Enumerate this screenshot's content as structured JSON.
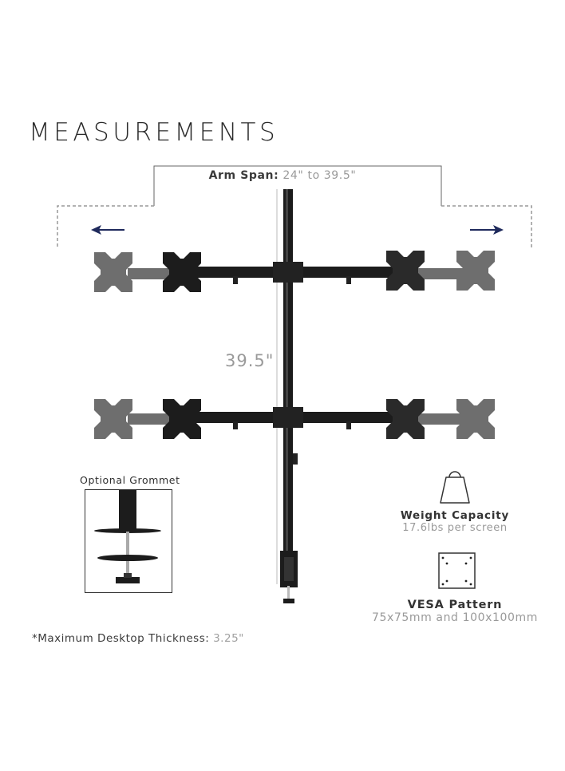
{
  "title": "MEASUREMENTS",
  "arm_span": {
    "label": "Arm Span:",
    "value": "24\" to 39.5\""
  },
  "height": {
    "value": "39.5\""
  },
  "arrows": {
    "left": "arrow-left-icon",
    "right": "arrow-right-icon"
  },
  "grommet": {
    "title": "Optional Grommet"
  },
  "features": [
    {
      "icon": "weight-icon",
      "title": "Weight Capacity",
      "subtitle": "17.6lbs per screen"
    },
    {
      "icon": "vesa-pattern-icon",
      "title": "VESA Pattern",
      "subtitle": "75x75mm and 100x100mm"
    }
  ],
  "footnote": {
    "label": "*Maximum Desktop Thickness:",
    "value": "3.25\""
  },
  "colors": {
    "arrow": "#1f2a5c",
    "pole": "#1c1c1c",
    "ghost_plate": "#6e6e6e",
    "dim_line": "#888888",
    "text_dark": "#333333",
    "text_light": "#9a9a9a"
  }
}
